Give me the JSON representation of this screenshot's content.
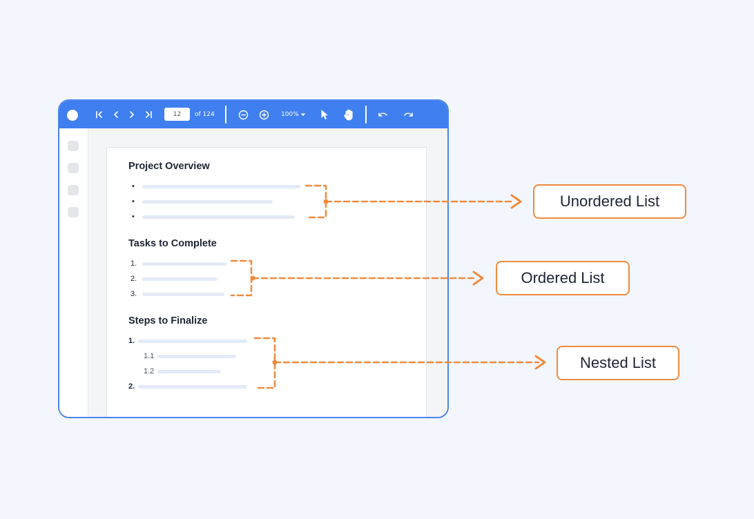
{
  "toolbar": {
    "page_number": "12",
    "page_count_text": "of 124",
    "zoom_text": "100%",
    "icons": [
      "app-logo",
      "first-page-icon",
      "prev-page-icon",
      "next-page-icon",
      "last-page-icon",
      "zoom-out-icon",
      "zoom-in-icon",
      "chevron-down-icon",
      "select-pointer-icon",
      "pan-hand-icon",
      "undo-icon",
      "redo-icon"
    ]
  },
  "document": {
    "sections": [
      {
        "title": "Project Overview",
        "markers": [
          "•",
          "•",
          "•"
        ]
      },
      {
        "title": "Tasks to Complete",
        "markers": [
          "1.",
          "2.",
          "3."
        ]
      },
      {
        "title": "Steps to Finalize",
        "markers": [
          "1.",
          "1.1",
          "1.2",
          "2."
        ]
      }
    ]
  },
  "callouts": [
    {
      "label": "Unordered List"
    },
    {
      "label": "Ordered List"
    },
    {
      "label": "Nested List"
    }
  ],
  "colors": {
    "accent": "#3f7ff0",
    "annotation": "#f08a3c",
    "background": "#f3f7fd",
    "placeholder_line": "#e3ebf8"
  }
}
